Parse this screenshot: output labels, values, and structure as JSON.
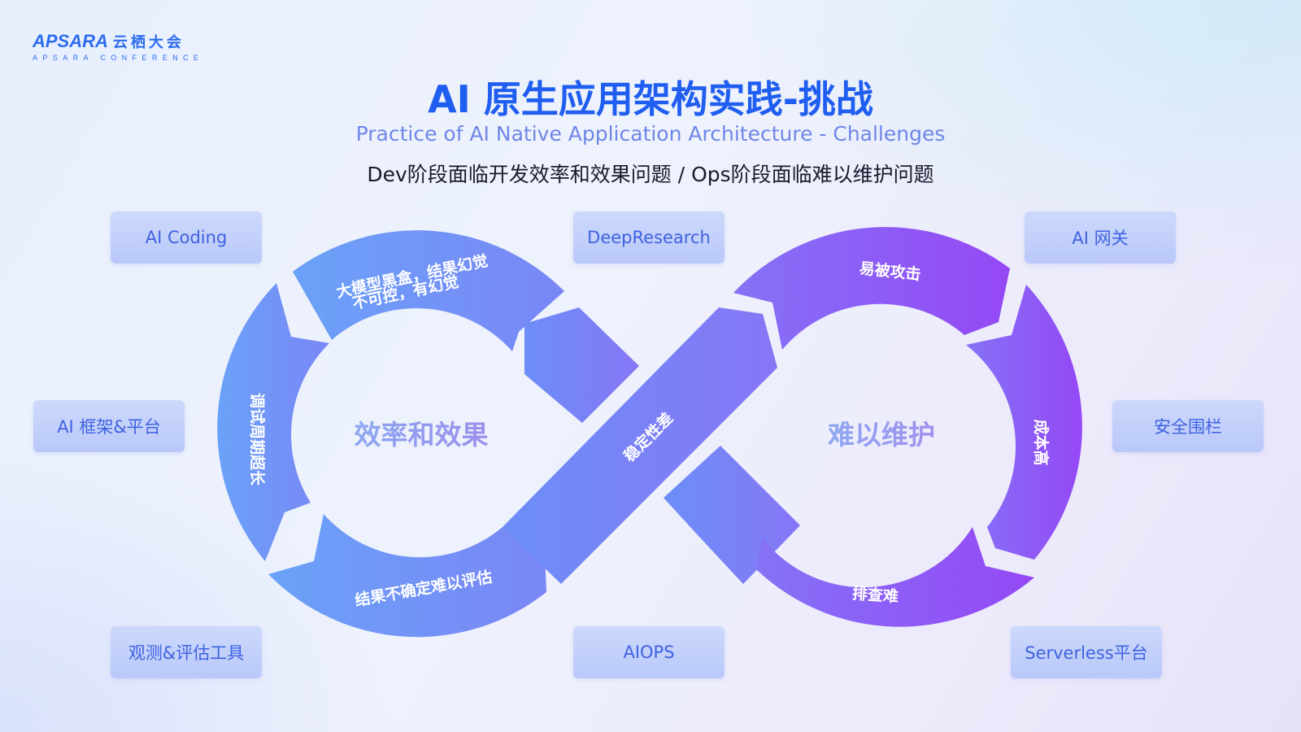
{
  "logo": {
    "word": "APSARA",
    "cn": "云栖大会",
    "sub": "APSARA  CONFERENCE"
  },
  "title": "AI 原生应用架构实践-挑战",
  "subtitle_en": "Practice of AI Native Application Architecture - Challenges",
  "subtitle_cn": "Dev阶段面临开发效率和效果问题 / Ops阶段面临难以维护问题",
  "tags": {
    "ai_coding": "AI Coding",
    "deepresearch": "DeepResearch",
    "ai_gateway": "AI 网关",
    "ai_framework": "AI 框架&平台",
    "safety_guardrail": "安全围栏",
    "observability": "观测&评估工具",
    "aiops": "AIOPS",
    "serverless": "Serverless平台"
  },
  "diagram": {
    "left_center": "效率和效果",
    "right_center": "难以维护",
    "left_top_line1": "大模型黑盒，结果幻觉",
    "left_top_line2": "不可控，有幻觉",
    "left_side": "调试周期超长",
    "left_bottom": "结果不确定难以评估",
    "cross": "稳定性差",
    "right_top": "易被攻击",
    "right_side": "成本高",
    "right_bottom": "排查难"
  },
  "colors": {
    "blue": "#6a97f8",
    "purple": "#9254f5",
    "title": "#1f5ef0"
  }
}
